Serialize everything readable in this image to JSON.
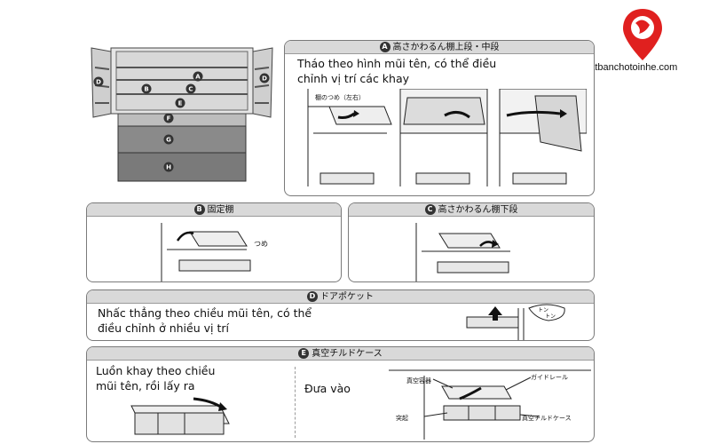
{
  "logo": {
    "site": "nhatbanchotoinhe.com"
  },
  "fridge_labels": {
    "A": "A",
    "B": "B",
    "C": "C",
    "D": "D",
    "E": "E",
    "F": "F",
    "G": "G",
    "H": "H"
  },
  "panel_a": {
    "badge": "A",
    "header": "高さかわるん棚上段・中段",
    "text_lines": [
      "Tháo theo hình mũi tên, có thể điều",
      "chỉnh vị trí các khay"
    ],
    "callout": "棚のつめ（左右）"
  },
  "panel_b": {
    "badge": "B",
    "header": "固定棚",
    "callout": "つめ"
  },
  "panel_c": {
    "badge": "C",
    "header": "高さかわるん棚下段"
  },
  "panel_d": {
    "badge": "D",
    "header": "ドアポケット",
    "text_lines": [
      "Nhấc thẳng theo chiều mũi tên, có thể",
      "điều chỉnh ở nhiều vị trí"
    ],
    "callout_1": "トン",
    "callout_2": "トン"
  },
  "panel_e": {
    "badge": "E",
    "header": "真空チルドケース",
    "text_lines": [
      "Luồn khay theo chiều",
      "mũi tên, rồi lấy ra"
    ],
    "insert_label": "Đưa vào",
    "callout_vacuum": "真空容器",
    "callout_rail": "ガイドレール",
    "callout_bump": "突起",
    "callout_case": "真空チルドケース"
  }
}
